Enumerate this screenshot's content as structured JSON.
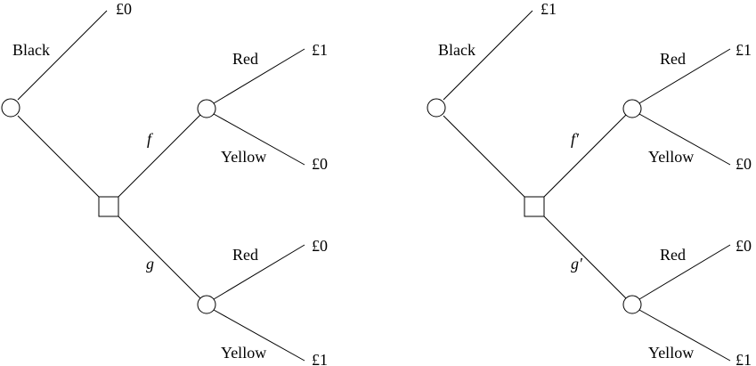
{
  "trees": [
    {
      "branches": {
        "black_label": "Black",
        "black_payoff": "£0",
        "act_top_label": "f",
        "act_bottom_label": "g",
        "top_red_label": "Red",
        "top_red_payoff": "£1",
        "top_yellow_label": "Yellow",
        "top_yellow_payoff": "£0",
        "bottom_red_label": "Red",
        "bottom_red_payoff": "£0",
        "bottom_yellow_label": "Yellow",
        "bottom_yellow_payoff": "£1"
      }
    },
    {
      "branches": {
        "black_label": "Black",
        "black_payoff": "£1",
        "act_top_label": "f′",
        "act_bottom_label": "g′",
        "top_red_label": "Red",
        "top_red_payoff": "£1",
        "top_yellow_label": "Yellow",
        "top_yellow_payoff": "£0",
        "bottom_red_label": "Red",
        "bottom_red_payoff": "£0",
        "bottom_yellow_label": "Yellow",
        "bottom_yellow_payoff": "£1"
      }
    }
  ]
}
